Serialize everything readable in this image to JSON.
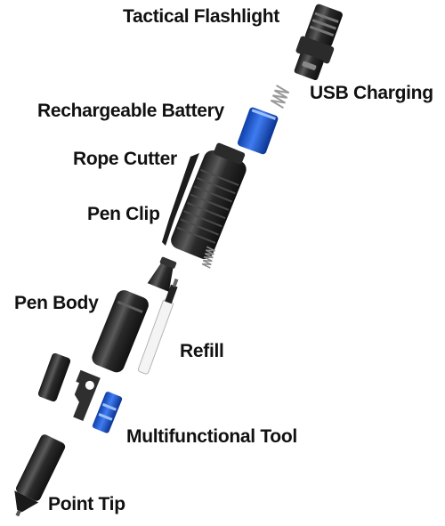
{
  "labels": {
    "tactical_flashlight": "Tactical Flashlight",
    "usb_charging": "USB Charging",
    "rechargeable_battery": "Rechargeable Battery",
    "rope_cutter": "Rope Cutter",
    "pen_clip": "Pen Clip",
    "pen_body": "Pen Body",
    "refill": "Refill",
    "multifunctional_tool": "Multifunctional Tool",
    "point_tip": "Point Tip"
  },
  "colors": {
    "background": "#ffffff",
    "label_text": "#111111",
    "pen_metal": "#2b2b2b",
    "pen_highlight": "#6a6a6a",
    "battery_blue": "#1f5fd6",
    "tool_blue": "#1d4fc4",
    "spring": "#9a9a9a",
    "refill_white": "#f4f4f4"
  },
  "icons": {
    "flashlight": "flashlight-head-icon",
    "spring": "spring-icon",
    "battery": "battery-icon",
    "barrel": "grip-barrel-icon",
    "tip": "pen-tip-icon"
  }
}
